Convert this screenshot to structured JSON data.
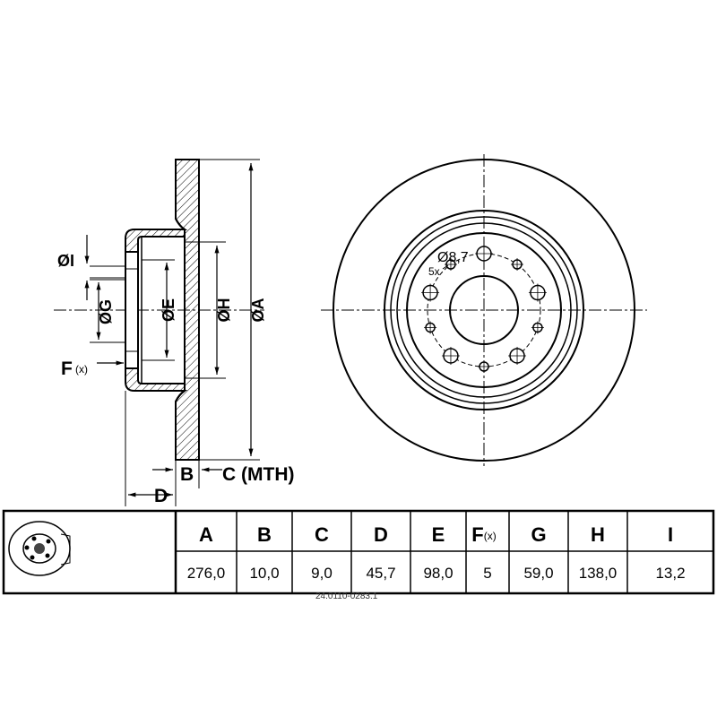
{
  "labels": {
    "dia_i": "ØI",
    "dia_g": "ØG",
    "dia_e": "ØE",
    "dia_h": "ØH",
    "dia_a": "ØA",
    "f": "F",
    "f_sub": "(x)",
    "b": "B",
    "c_mth": "C (MTH)",
    "d": "D",
    "bolt_dia": "Ø8,7",
    "bolt_count": "5x"
  },
  "table": {
    "headers": [
      "A",
      "B",
      "C",
      "D",
      "E",
      "F(x)",
      "G",
      "H",
      "I"
    ],
    "values": [
      "276,0",
      "10,0",
      "9,0",
      "45,7",
      "98,0",
      "5",
      "59,0",
      "138,0",
      "13,2"
    ]
  },
  "part_number": "24.0110-0283.1"
}
